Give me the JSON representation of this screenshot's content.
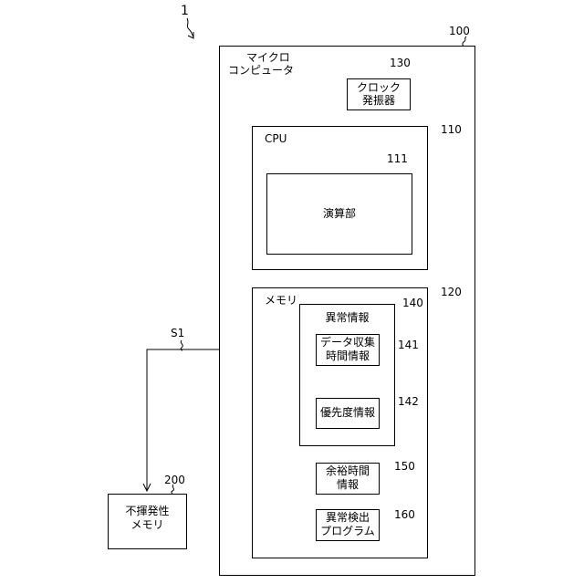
{
  "figure_ref": "1",
  "microcomputer": {
    "label_line1": "マイクロ",
    "label_line2": "コンピュータ",
    "ref": "100"
  },
  "clock": {
    "label_line1": "クロック",
    "label_line2": "発振器",
    "ref": "130"
  },
  "cpu": {
    "label": "CPU",
    "ref": "110"
  },
  "arithmetic_unit": {
    "label": "演算部",
    "ref": "111"
  },
  "memory": {
    "label": "メモリ",
    "ref": "120"
  },
  "abnormality_info": {
    "label": "異常情報",
    "ref": "140"
  },
  "data_collection_time": {
    "label_line1": "データ収集",
    "label_line2": "時間情報",
    "ref": "141"
  },
  "priority_info": {
    "label": "優先度情報",
    "ref": "142"
  },
  "spare_time_info": {
    "label_line1": "余裕時間",
    "label_line2": "情報",
    "ref": "150"
  },
  "abnormality_detection_program": {
    "label_line1": "異常検出",
    "label_line2": "プログラム",
    "ref": "160"
  },
  "nonvolatile_memory": {
    "label_line1": "不揮発性",
    "label_line2": "メモリ",
    "ref": "200"
  },
  "signal_line": {
    "label": "S1"
  }
}
